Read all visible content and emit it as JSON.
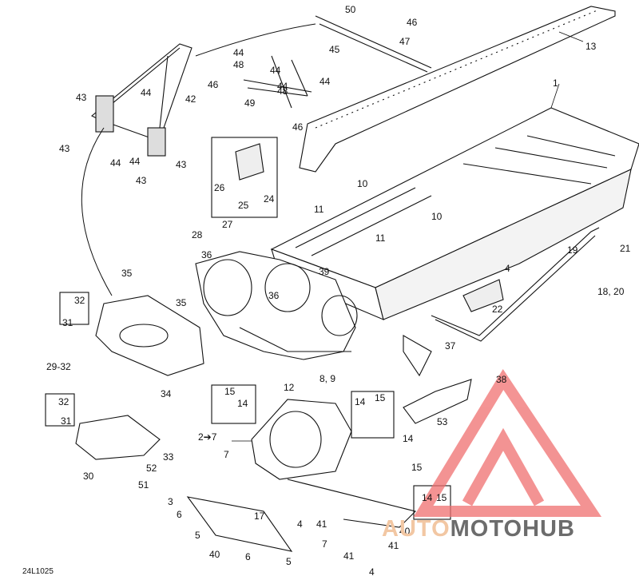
{
  "diagram": {
    "code": "24L1025",
    "part_numbers": [
      "1",
      "2➔7",
      "3",
      "4",
      "5",
      "6",
      "7",
      "8, 9",
      "10",
      "11",
      "12",
      "13",
      "14",
      "15",
      "17",
      "18, 20",
      "19",
      "21",
      "22",
      "24",
      "25",
      "26",
      "27",
      "28",
      "29-32",
      "30",
      "31",
      "32",
      "33",
      "34",
      "35",
      "36",
      "37",
      "38",
      "39",
      "40",
      "41",
      "42",
      "43",
      "44",
      "45",
      "46",
      "47",
      "48",
      "49",
      "50",
      "51",
      "52",
      "53"
    ]
  },
  "watermark": {
    "text_a": "AUTO",
    "text_b": "MOTO",
    "text_c": "HUB",
    "color_a": "#f2c7a3",
    "color_b": "#6c6c6c",
    "triangle_color": "#f07070"
  }
}
